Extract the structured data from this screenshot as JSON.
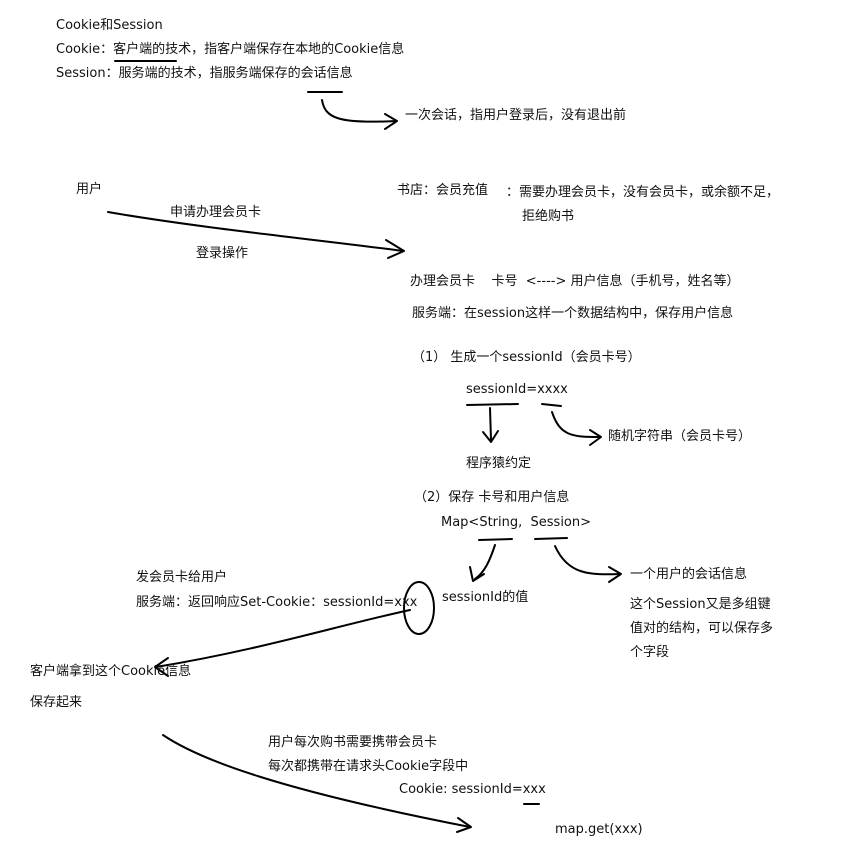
{
  "intro": {
    "title": "Cookie和Session",
    "cookie_line": "Cookie：客户端的技术，指客户端保存在本地的Cookie信息",
    "session_line": "Session：服务端的技术，指服务端保存的会话信息",
    "conversation_note": "一次会话，指用户登录后，没有退出前"
  },
  "flow": {
    "user": "用户",
    "apply_card": "申请办理会员卡",
    "login_op": "登录操作",
    "bookstore": "书店：会员充值",
    "need_card_1": "：需要办理会员卡，没有会员卡，或余额不足，",
    "need_card_2": "拒绝购书",
    "issue_card": "办理会员卡    卡号  <----> 用户信息（手机号，姓名等）",
    "server_store": "服务端：在session这样一个数据结构中，保存用户信息"
  },
  "step1": {
    "heading": "（1） 生成一个sessionId（会员卡号）",
    "assign": "sessionId=xxxx",
    "random": "随机字符串（会员卡号）",
    "convention": "程序猿约定"
  },
  "step2": {
    "heading": "（2）保存 卡号和用户信息",
    "map_type": "Map<String,  Session>",
    "key_desc": "sessionId的值",
    "value_desc": "一个用户的会话信息",
    "session_desc_1": "这个Session又是多组键",
    "session_desc_2": "值对的结构，可以保存多",
    "session_desc_3": "个字段"
  },
  "response": {
    "give_card": "发会员卡给用户",
    "set_cookie": "服务端：返回响应Set-Cookie：sessionId=xxx",
    "client_get": "客户端拿到这个Cookie信息",
    "save": "保存起来"
  },
  "later": {
    "carry_1": "用户每次购书需要携带会员卡",
    "carry_2": "每次都携带在请求头Cookie字段中",
    "cookie_header": "Cookie: sessionId=xxx",
    "map_get": "map.get(xxx)"
  }
}
